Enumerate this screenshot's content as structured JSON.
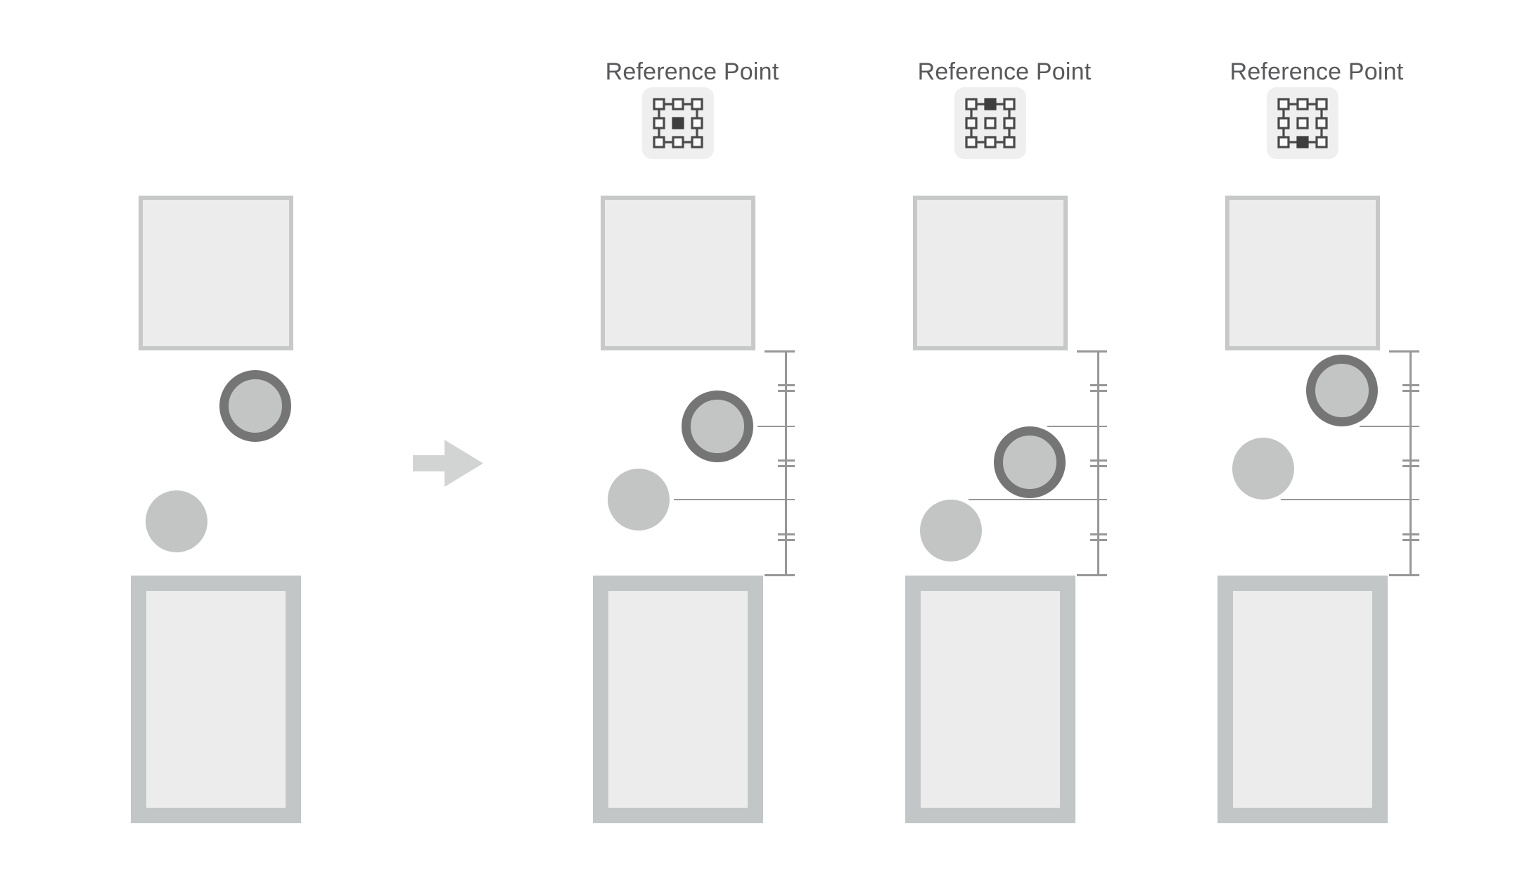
{
  "page": {
    "background": "#ffffff",
    "description": "Diagram of vertical distribution of objects using different reference points"
  },
  "colors": {
    "label_text": "#58595b",
    "shape_fill_light": "#ececec",
    "square_border": "#c7c8c8",
    "rectangle_border": "#c3c6c6",
    "circle_fill": "#c3c4c4",
    "ring_stroke": "#757575",
    "ruler_line": "#979797",
    "arrow_fill": "#d2d3d3",
    "icon_background": "#efefef",
    "icon_stroke": "#4a4a4a",
    "icon_active_fill": "#3e3e3e"
  },
  "arrow": {
    "icon": "right-arrow"
  },
  "panels": [
    {
      "name": "original-arrangement",
      "label": "",
      "reference_point": "",
      "shapes": [
        "square",
        "ring-circle",
        "circle",
        "rectangle"
      ],
      "has_ruler": false
    },
    {
      "name": "distributed-center-reference",
      "label": "Reference Point",
      "reference_point": "center",
      "shapes": [
        "square",
        "ring-circle",
        "circle",
        "rectangle"
      ],
      "has_ruler": true,
      "ruler": "equal-vertical-spacing-marks"
    },
    {
      "name": "distributed-top-reference",
      "label": "Reference Point",
      "reference_point": "top-center",
      "shapes": [
        "square",
        "ring-circle",
        "circle",
        "rectangle"
      ],
      "has_ruler": true,
      "ruler": "equal-vertical-spacing-marks"
    },
    {
      "name": "distributed-bottom-reference",
      "label": "Reference Point",
      "reference_point": "bottom-center",
      "shapes": [
        "square",
        "ring-circle",
        "circle",
        "rectangle"
      ],
      "has_ruler": true,
      "ruler": "equal-vertical-spacing-marks"
    }
  ]
}
